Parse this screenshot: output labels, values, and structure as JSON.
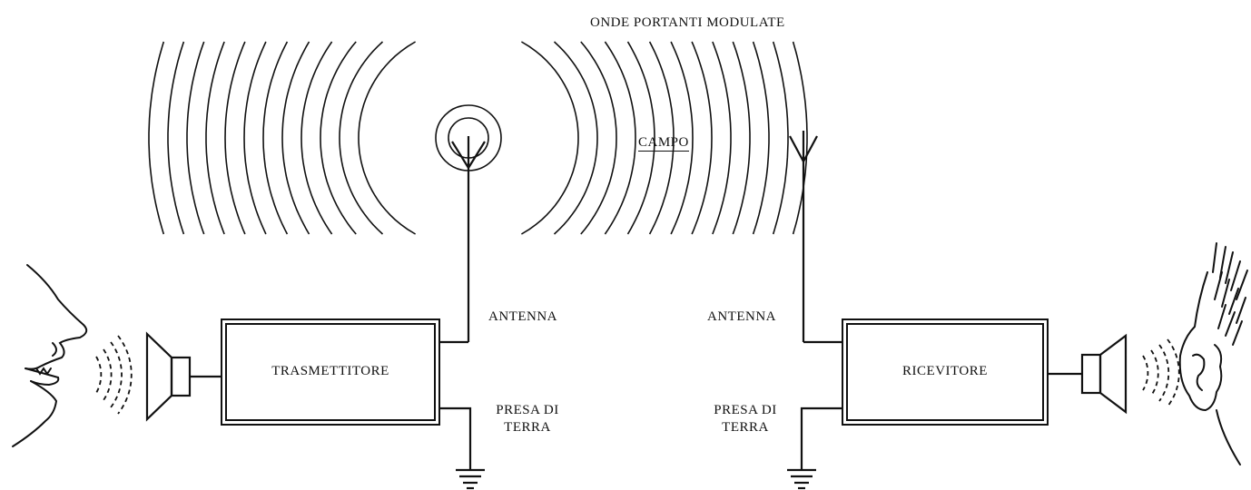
{
  "title": "ONDE PORTANTI MODULATE",
  "field_label": "CAMPO",
  "transmitter": {
    "box_label": "TRASMETTITORE",
    "antenna_label": "ANTENNA",
    "ground_label_line1": "PRESA DI",
    "ground_label_line2": "TERRA"
  },
  "receiver": {
    "box_label": "RICEVITORE",
    "antenna_label": "ANTENNA",
    "ground_label_line1": "PRESA DI",
    "ground_label_line2": "TERRA"
  },
  "colors": {
    "ink": "#111111",
    "paper": "#ffffff"
  }
}
